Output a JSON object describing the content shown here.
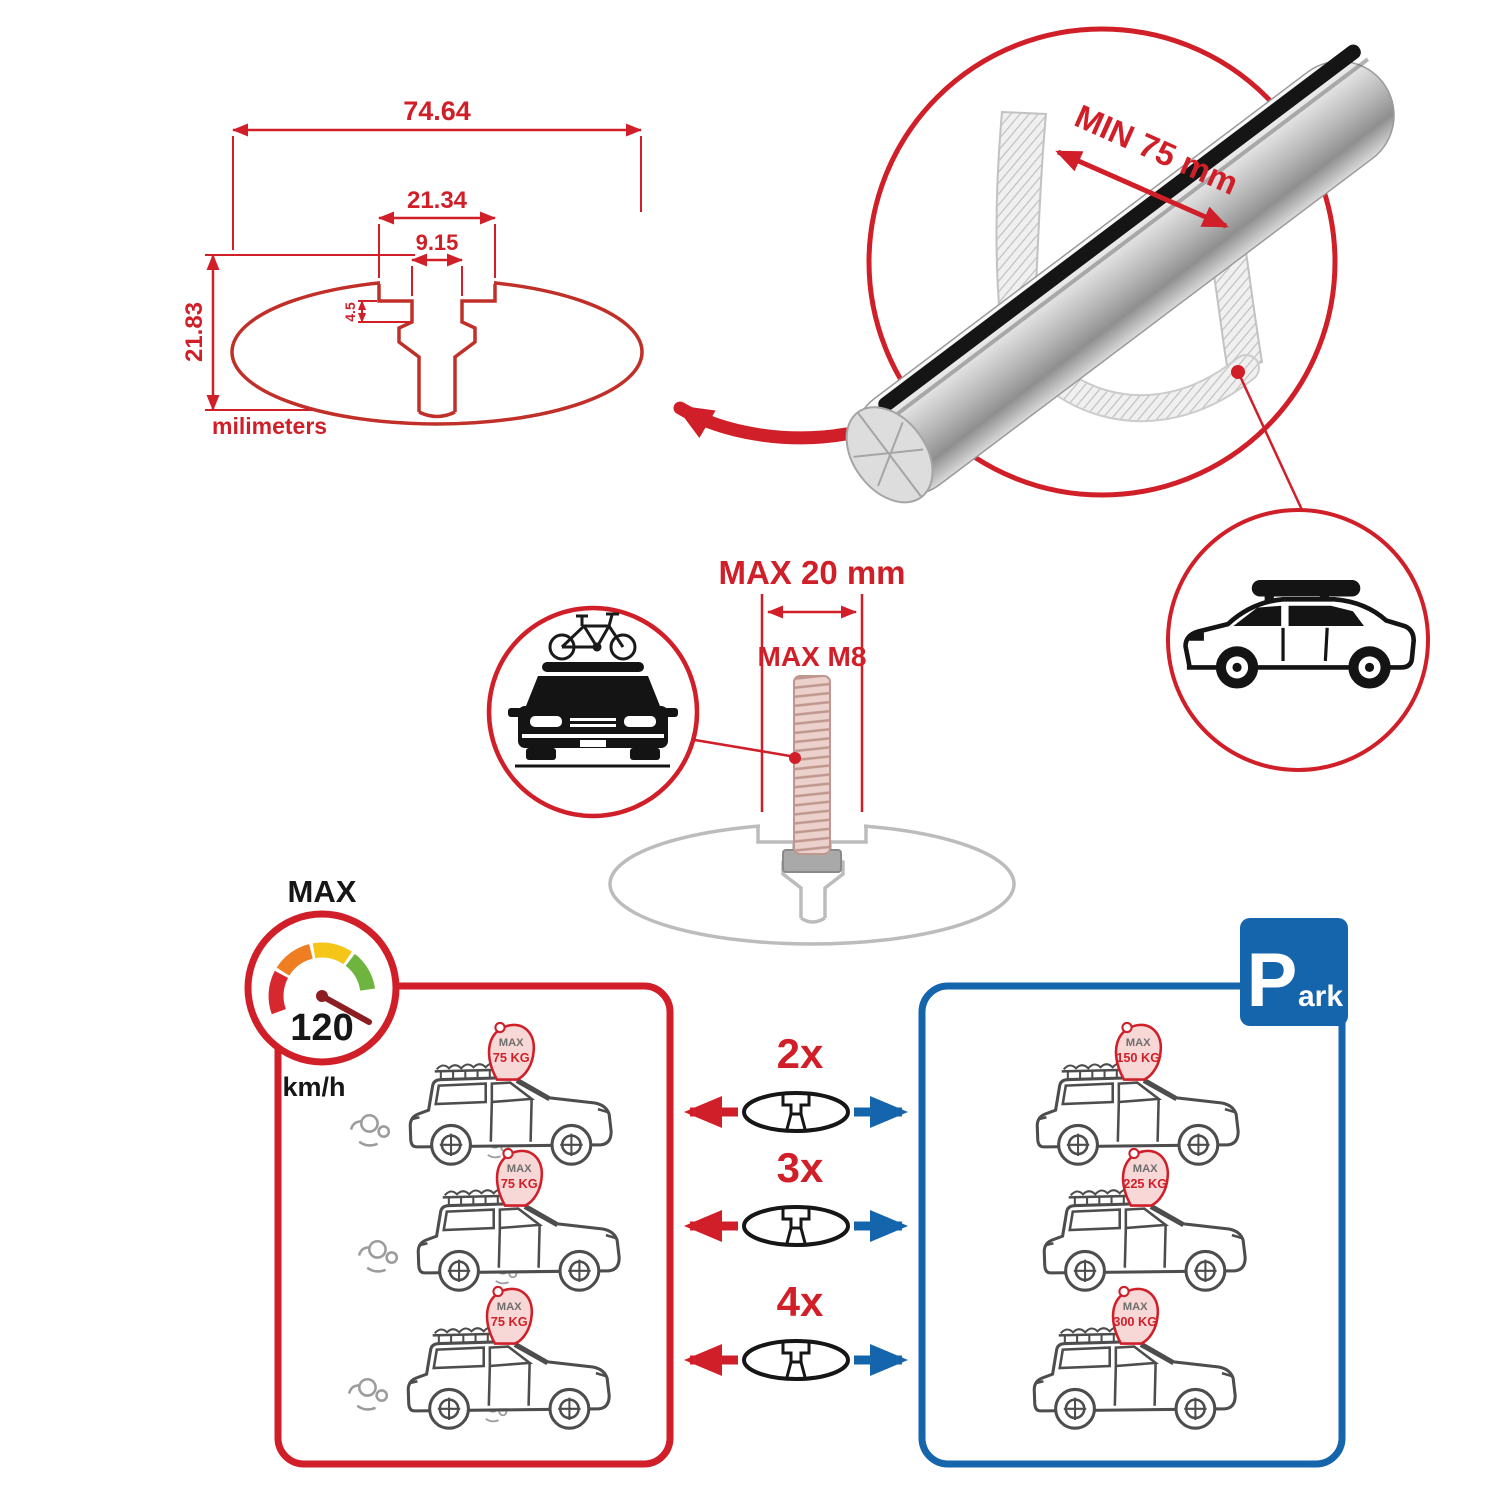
{
  "technical_drawing": {
    "dim_total_width": "74.64",
    "dim_slot_outer": "21.34",
    "dim_slot_inner": "9.15",
    "dim_step_depth": "4.5",
    "dim_total_height": "21.83",
    "units_label": "milimeters"
  },
  "bar_detail": {
    "min_span_label": "MIN 75 mm"
  },
  "bolt_detail": {
    "max_width_label": "MAX 20 mm",
    "max_thread_label": "MAX M8"
  },
  "speed_limit": {
    "label": "MAX",
    "value": "120",
    "units": "km/h"
  },
  "parking_sign": {
    "letter": "P",
    "suffix": "ark"
  },
  "multipliers": [
    "2x",
    "3x",
    "4x"
  ],
  "driving_loads": [
    {
      "label": "MAX",
      "value": "75 KG"
    },
    {
      "label": "MAX",
      "value": "75 KG"
    },
    {
      "label": "MAX",
      "value": "75 KG"
    }
  ],
  "parked_loads": [
    {
      "label": "MAX",
      "value": "150 KG"
    },
    {
      "label": "MAX",
      "value": "225 KG"
    },
    {
      "label": "MAX",
      "value": "300 KG"
    }
  ],
  "colors": {
    "red": "#d01f28",
    "blue": "#1565ad",
    "gray": "#b9b9b9",
    "black": "#161616"
  }
}
